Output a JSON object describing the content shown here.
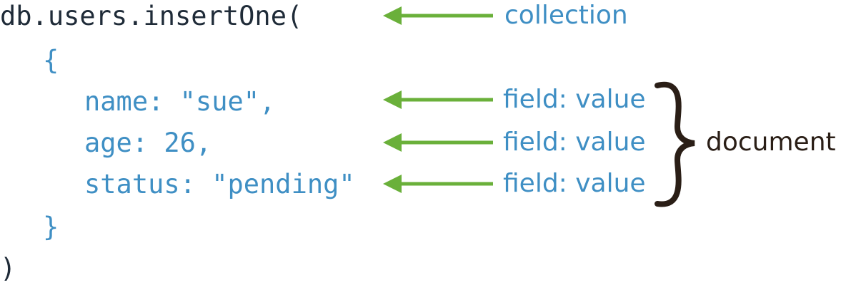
{
  "code": {
    "line1": "db.users.insertOne(",
    "line2": "{",
    "line3": "name: \"sue\",",
    "line4": "age: 26,",
    "line5": "status: \"pending\"",
    "line6": "}",
    "line7": ")"
  },
  "labels": {
    "collection": "collection",
    "field1": "field: value",
    "field2": "field: value",
    "field3": "field: value",
    "document": "document"
  },
  "colors": {
    "code_dark": "#1f2b38",
    "code_blue": "#3f8fc4",
    "arrow": "#6ab03a",
    "brace": "#2a1e16"
  }
}
